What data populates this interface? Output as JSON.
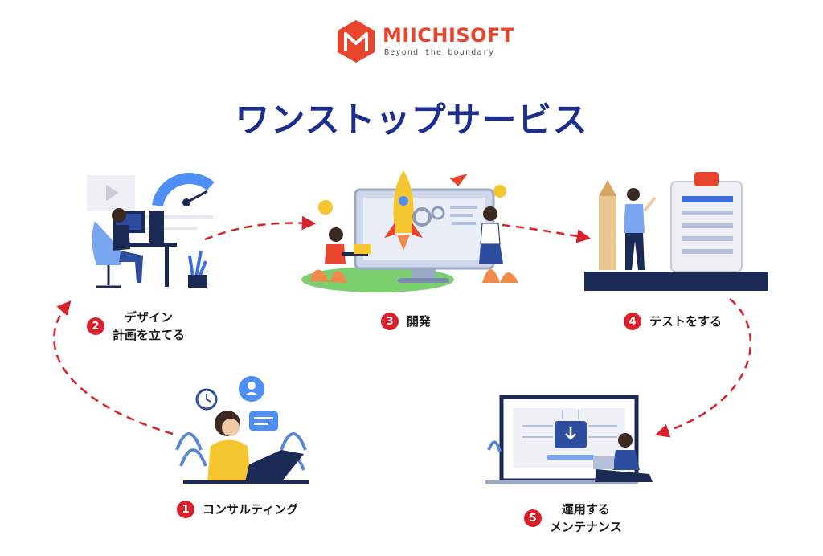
{
  "brand": {
    "name": "MIICHISOFT",
    "tagline": "Beyond the boundary",
    "accent": "#e8452c"
  },
  "title": "ワンストップサービス",
  "steps": [
    {
      "number": "1",
      "label_line1": "コンサルティング",
      "label_line2": ""
    },
    {
      "number": "2",
      "label_line1": "デザイン",
      "label_line2": "計画を立てる"
    },
    {
      "number": "3",
      "label_line1": "開発",
      "label_line2": ""
    },
    {
      "number": "4",
      "label_line1": "テストをする",
      "label_line2": ""
    },
    {
      "number": "5",
      "label_line1": "運用する",
      "label_line2": "メンテナンス"
    }
  ],
  "colors": {
    "title": "#1c2f8f",
    "badge": "#d8212c",
    "arrow": "#d8212c",
    "navy": "#1b2a55"
  }
}
